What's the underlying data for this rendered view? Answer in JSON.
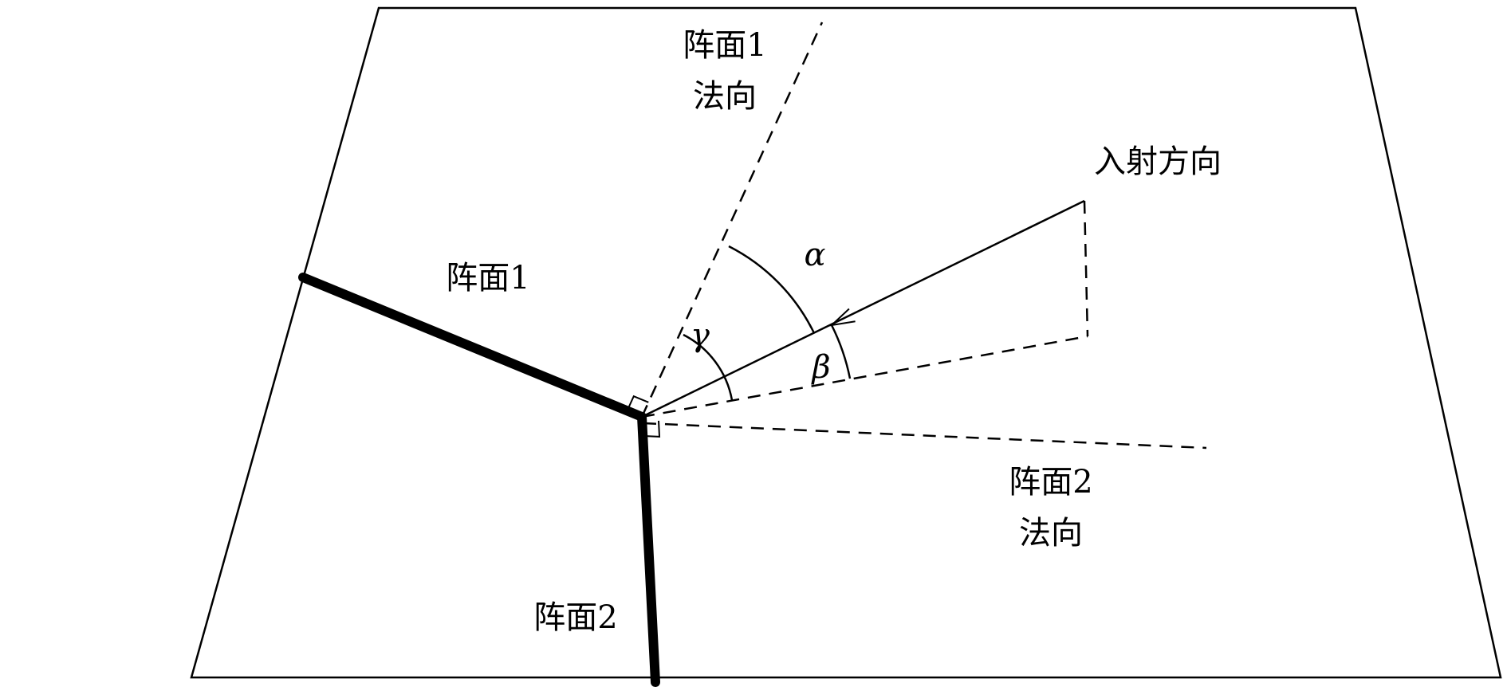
{
  "diagram": {
    "labels": {
      "array1": "阵面1",
      "array2": "阵面2",
      "array1_normal": [
        "阵面1",
        "法向"
      ],
      "array2_normal": [
        "阵面2",
        "法向"
      ],
      "incident_direction": "入射方向",
      "angle_alpha": "α",
      "angle_beta": "β",
      "angle_gamma": "γ"
    },
    "colors": {
      "stroke": "#000000",
      "background": "#ffffff"
    }
  }
}
